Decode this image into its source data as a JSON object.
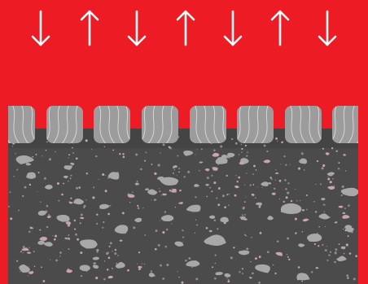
{
  "colors": {
    "background": "#ed1c24",
    "arrow": "#ffffff",
    "matrix": "#4b4b4b",
    "matrix_dark": "#444444",
    "tile": "#9c9c9c",
    "tile_line": "#dcdcdc",
    "aggregate": "#a8a8a8",
    "aggregate_pink": "#c8a4ae",
    "speck": "#8e8e8e"
  },
  "arrows": {
    "count": 7,
    "directions": [
      "down",
      "up",
      "down",
      "up",
      "down",
      "up",
      "down"
    ],
    "icon": "vertical-arrow-icon"
  },
  "tiles": {
    "count": 8,
    "icon": "textured-stone-tile-icon"
  },
  "substrate": {
    "icon": "concrete-aggregate-texture"
  }
}
